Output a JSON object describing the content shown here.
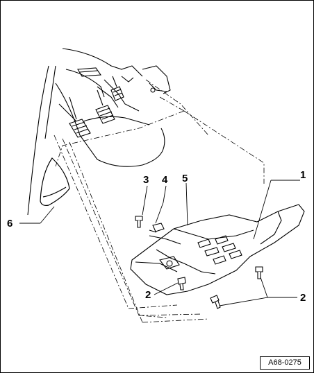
{
  "callouts": {
    "c1": "1",
    "c2_left": "2",
    "c2_right": "2",
    "c3": "3",
    "c4": "4",
    "c5": "5",
    "c6": "6"
  },
  "reference_code": "A68-0275"
}
